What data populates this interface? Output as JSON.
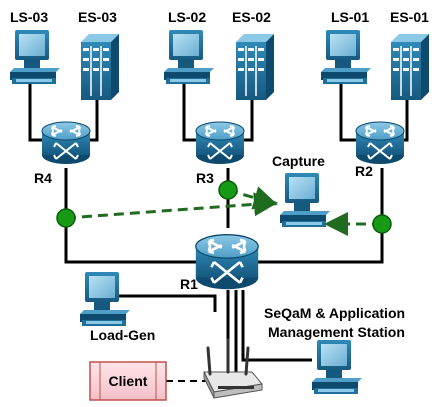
{
  "labels": {
    "ls03": "LS-03",
    "es03": "ES-03",
    "ls02": "LS-02",
    "es02": "ES-02",
    "ls01": "LS-01",
    "es01": "ES-01",
    "r4": "R4",
    "r3": "R3",
    "r2": "R2",
    "r1": "R1",
    "capture": "Capture",
    "load_gen": "Load-Gen",
    "station_line1": "SeQaM & Application",
    "station_line2": "Management Station",
    "client": "Client"
  },
  "colors": {
    "device_blue": "#1f6f98",
    "device_dark": "#0d4a6d",
    "device_light": "#6fb4d6",
    "tap_green": "#169a16",
    "mirror_green": "#1f6b1f",
    "client_fill": "#f8d0d6",
    "client_stroke": "#c0504d",
    "link": "#000000"
  },
  "icons": {
    "router": "router-icon",
    "pc": "workstation-icon",
    "server": "server-icon",
    "wifi": "wireless-router-icon",
    "tap": "tap-point-icon"
  }
}
